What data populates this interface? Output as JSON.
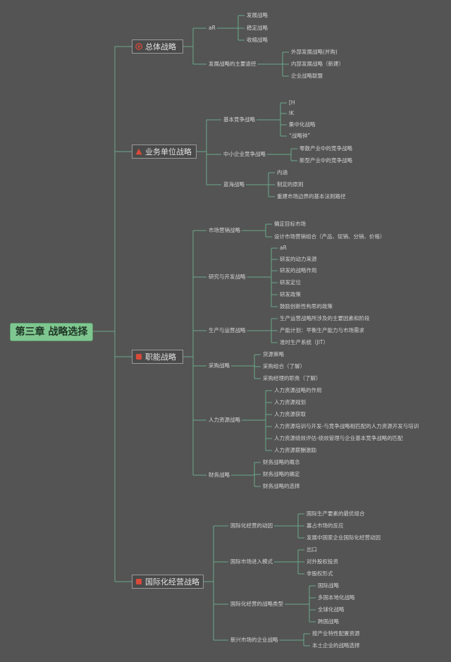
{
  "root": "第三章 战略选择",
  "colors": {
    "background": "#545454",
    "line": "#6aa88a",
    "root_fill": "#7fc790",
    "icon_red": "#d84a3a"
  },
  "branches": [
    {
      "title": "总体战略",
      "icon": "target-icon",
      "children": [
        {
          "title": "aR",
          "children": [
            "发展战略",
            "稳定战略",
            "收缩战略"
          ]
        },
        {
          "title": "发展战略的主要途径",
          "children": [
            "外部发展战略(并购)",
            "内部发展战略（新建）",
            "企业战略联盟"
          ]
        }
      ]
    },
    {
      "title": "业务单位战略",
      "icon": "warning-icon",
      "children": [
        {
          "title": "基本竞争战略",
          "children": [
            "[H",
            "lK",
            "集中化战略",
            "“战略钟”"
          ]
        },
        {
          "title": "中小企业竞争战略",
          "children": [
            "零散产业中的竞争战略",
            "新型产业中的竞争战略"
          ]
        },
        {
          "title": "蓝海战略",
          "children": [
            "内涵",
            "制定的原则",
            "重建市场边界的基本法则路径"
          ]
        }
      ]
    },
    {
      "title": "职能战略",
      "icon": "square-icon",
      "children": [
        {
          "title": "市场营销战略",
          "children": [
            "确定目标市场",
            "设计市场营销组合（产品、促销、分销、价格）"
          ]
        },
        {
          "title": "研究与开发战略",
          "children": [
            "aR",
            "研发的动力来源",
            "研发的战略作用",
            "研发定位",
            "研发政策",
            "鼓励创新性构思的政策"
          ]
        },
        {
          "title": "生产与运营战略",
          "children": [
            "生产运营战略所涉及的主要因素和阶段",
            "产能计划：平衡生产能力与市场需求",
            "准时生产系统（JIT）"
          ]
        },
        {
          "title": "采购战略",
          "children": [
            "货源策略",
            "采购组合（了解）",
            "采购经理的职责（了解）"
          ]
        },
        {
          "title": "人力资源战略",
          "children": [
            "人力资源战略的作用",
            "人力资源规划",
            "人力资源获取",
            "人力资源培训与开发-与竞争战略相匹配的人力资源开发与培训",
            "人力资源绩效评估-绩效管理与企业基本竞争战略的匹配",
            "人力资源薪酬激励"
          ]
        },
        {
          "title": "财务战略",
          "children": [
            "财务战略的概念",
            "财务战略的确定",
            "财务战略的选择"
          ]
        }
      ]
    },
    {
      "title": "国际化经营战略",
      "icon": "square-icon",
      "children": [
        {
          "title": "国际化经营的动因",
          "children": [
            "国际生产要素的最优组合",
            "寡占市场的反应",
            "发展中国家企业国际化经营动因"
          ]
        },
        {
          "title": "国际市场进入模式",
          "children": [
            "出口",
            "对外股权投资",
            "非股权形式"
          ]
        },
        {
          "title": "国际化经营的战略类型",
          "children": [
            "国际战略",
            "多国本地化战略",
            "全球化战略",
            "跨国战略"
          ]
        },
        {
          "title": "新兴市场的企业战略",
          "children": [
            "按产业特性配置资源",
            "本土企业的战略选择"
          ]
        }
      ]
    }
  ]
}
